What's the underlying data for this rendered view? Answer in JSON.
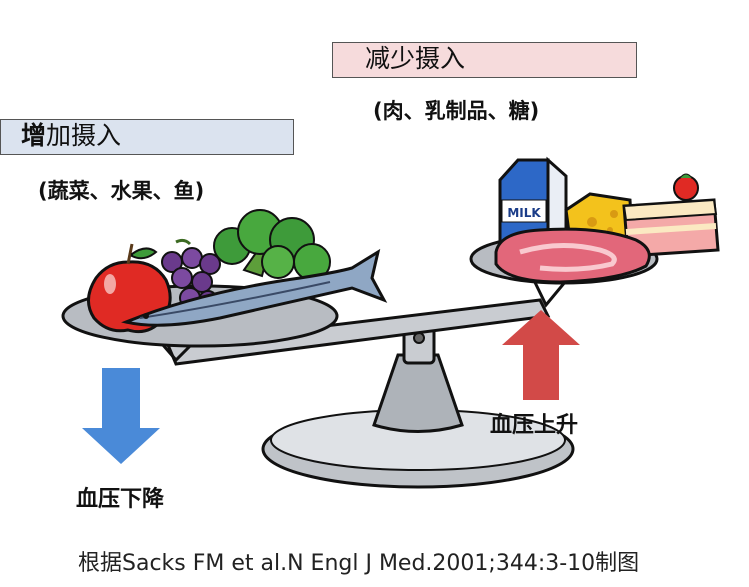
{
  "left_panel": {
    "title_strong": "增",
    "title_rest": "加摄入",
    "examples": "(蔬菜、水果、鱼)",
    "result": "血压下降",
    "arrow_color": "#4a8ad8"
  },
  "right_panel": {
    "title": "减少摄入",
    "examples": "(肉、乳制品、糖)",
    "result": "血压上升",
    "arrow_color": "#d24a48",
    "milk_text": "MILK"
  },
  "citation": "根据Sacks FM et al.N Engl J Med.2001;344:3-10制图",
  "colors": {
    "increase_box": "#dbe3ef",
    "decrease_box": "#f6dbdc",
    "scale_metal": "#c9ccd1"
  }
}
